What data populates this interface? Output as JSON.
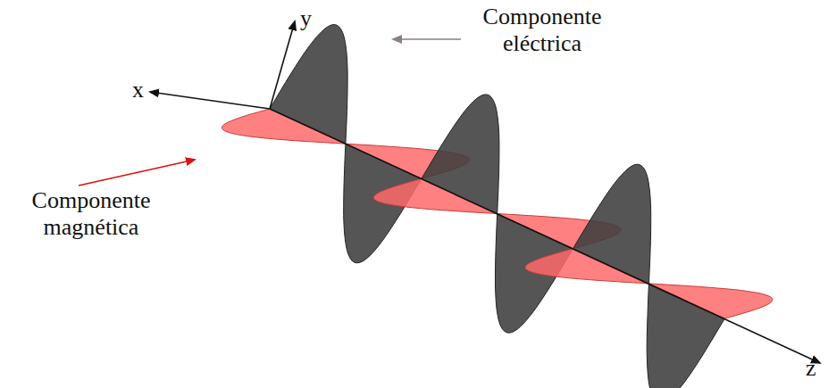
{
  "diagram": {
    "labels": [
      "y",
      "Componente eléctrica",
      "x",
      "Componente magnética",
      "z"
    ]
  }
}
